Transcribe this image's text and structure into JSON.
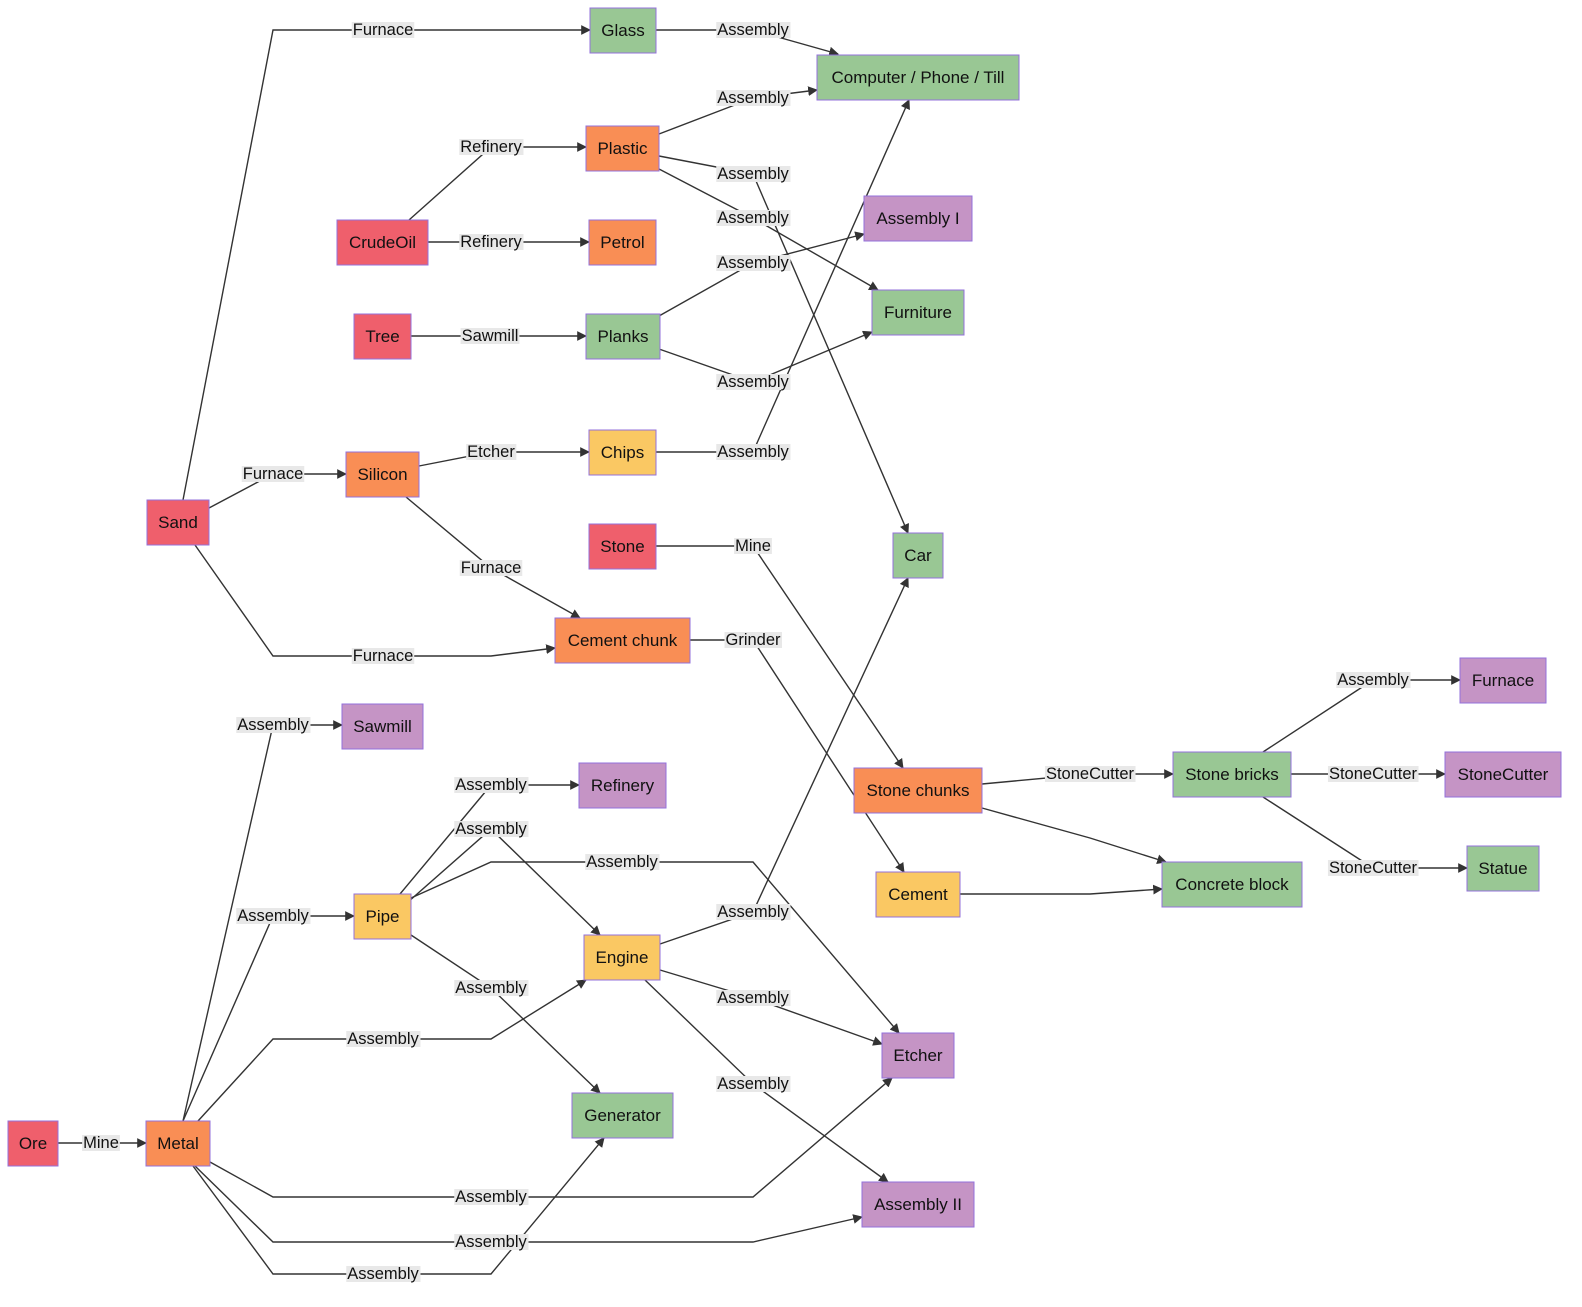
{
  "colors": {
    "raw": "#ef5f6c",
    "intermediate": "#f98e55",
    "component": "#fac863",
    "product": "#99c794",
    "machine": "#c594c5",
    "edge": "#333333",
    "node_border": "#9370db",
    "label_bg": "#e8e8e8"
  },
  "nodes": [
    {
      "id": "glass",
      "label": "Glass",
      "category": "product"
    },
    {
      "id": "computer",
      "label": "Computer / Phone / Till",
      "category": "product"
    },
    {
      "id": "plastic",
      "label": "Plastic",
      "category": "intermediate"
    },
    {
      "id": "assembly1",
      "label": "Assembly I",
      "category": "machine"
    },
    {
      "id": "crudeoil",
      "label": "CrudeOil",
      "category": "raw"
    },
    {
      "id": "petrol",
      "label": "Petrol",
      "category": "intermediate"
    },
    {
      "id": "furniture",
      "label": "Furniture",
      "category": "product"
    },
    {
      "id": "tree",
      "label": "Tree",
      "category": "raw"
    },
    {
      "id": "planks",
      "label": "Planks",
      "category": "product"
    },
    {
      "id": "silicon",
      "label": "Silicon",
      "category": "intermediate"
    },
    {
      "id": "chips",
      "label": "Chips",
      "category": "component"
    },
    {
      "id": "sand",
      "label": "Sand",
      "category": "raw"
    },
    {
      "id": "stone",
      "label": "Stone",
      "category": "raw"
    },
    {
      "id": "car",
      "label": "Car",
      "category": "product"
    },
    {
      "id": "cementchunk",
      "label": "Cement chunk",
      "category": "intermediate"
    },
    {
      "id": "furnace",
      "label": "Furnace",
      "category": "machine"
    },
    {
      "id": "sawmill",
      "label": "Sawmill",
      "category": "machine"
    },
    {
      "id": "stonechunks",
      "label": "Stone chunks",
      "category": "intermediate"
    },
    {
      "id": "stonebricks",
      "label": "Stone bricks",
      "category": "product"
    },
    {
      "id": "stonecutter",
      "label": "StoneCutter",
      "category": "machine"
    },
    {
      "id": "refinery",
      "label": "Refinery",
      "category": "machine"
    },
    {
      "id": "statue",
      "label": "Statue",
      "category": "product"
    },
    {
      "id": "concrete",
      "label": "Concrete block",
      "category": "product"
    },
    {
      "id": "cement",
      "label": "Cement",
      "category": "component"
    },
    {
      "id": "pipe",
      "label": "Pipe",
      "category": "component"
    },
    {
      "id": "engine",
      "label": "Engine",
      "category": "component"
    },
    {
      "id": "etcher",
      "label": "Etcher",
      "category": "machine"
    },
    {
      "id": "generator",
      "label": "Generator",
      "category": "product"
    },
    {
      "id": "ore",
      "label": "Ore",
      "category": "raw"
    },
    {
      "id": "metal",
      "label": "Metal",
      "category": "intermediate"
    },
    {
      "id": "assembly2",
      "label": "Assembly II",
      "category": "machine"
    }
  ],
  "edges": [
    {
      "from": "sand",
      "to": "glass",
      "label": "Furnace"
    },
    {
      "from": "glass",
      "to": "computer",
      "label": "Assembly"
    },
    {
      "from": "plastic",
      "to": "computer",
      "label": "Assembly"
    },
    {
      "from": "crudeoil",
      "to": "plastic",
      "label": "Refinery"
    },
    {
      "from": "crudeoil",
      "to": "petrol",
      "label": "Refinery"
    },
    {
      "from": "plastic",
      "to": "car",
      "label": "Assembly"
    },
    {
      "from": "plastic",
      "to": "furniture",
      "label": "Assembly"
    },
    {
      "from": "planks",
      "to": "assembly1",
      "label": "Assembly"
    },
    {
      "from": "tree",
      "to": "planks",
      "label": "Sawmill"
    },
    {
      "from": "planks",
      "to": "furniture",
      "label": "Assembly"
    },
    {
      "from": "sand",
      "to": "silicon",
      "label": "Furnace"
    },
    {
      "from": "silicon",
      "to": "chips",
      "label": "Etcher"
    },
    {
      "from": "chips",
      "to": "computer",
      "label": "Assembly"
    },
    {
      "from": "silicon",
      "to": "cementchunk",
      "label": "Furnace"
    },
    {
      "from": "sand",
      "to": "cementchunk",
      "label": "Furnace"
    },
    {
      "from": "stone",
      "to": "stonechunks",
      "label": "Mine"
    },
    {
      "from": "cementchunk",
      "to": "cement",
      "label": "Grinder"
    },
    {
      "from": "metal",
      "to": "sawmill",
      "label": "Assembly"
    },
    {
      "from": "stonechunks",
      "to": "stonebricks",
      "label": "StoneCutter"
    },
    {
      "from": "stonebricks",
      "to": "furnace",
      "label": "Assembly"
    },
    {
      "from": "stonebricks",
      "to": "stonecutter",
      "label": "StoneCutter"
    },
    {
      "from": "stonebricks",
      "to": "statue",
      "label": "StoneCutter"
    },
    {
      "from": "stonechunks",
      "to": "concrete",
      "label": ""
    },
    {
      "from": "cement",
      "to": "concrete",
      "label": ""
    },
    {
      "from": "pipe",
      "to": "refinery",
      "label": "Assembly"
    },
    {
      "from": "pipe",
      "to": "engine",
      "label": "Assembly"
    },
    {
      "from": "pipe",
      "to": "etcher",
      "label": "Assembly"
    },
    {
      "from": "metal",
      "to": "pipe",
      "label": "Assembly"
    },
    {
      "from": "engine",
      "to": "car",
      "label": "Assembly"
    },
    {
      "from": "pipe",
      "to": "generator",
      "label": "Assembly"
    },
    {
      "from": "engine",
      "to": "etcher",
      "label": "Assembly"
    },
    {
      "from": "metal",
      "to": "engine",
      "label": "Assembly"
    },
    {
      "from": "engine",
      "to": "assembly2",
      "label": "Assembly"
    },
    {
      "from": "ore",
      "to": "metal",
      "label": "Mine"
    },
    {
      "from": "metal",
      "to": "etcher",
      "label": "Assembly"
    },
    {
      "from": "metal",
      "to": "assembly2",
      "label": "Assembly"
    },
    {
      "from": "metal",
      "to": "generator",
      "label": "Assembly"
    }
  ]
}
